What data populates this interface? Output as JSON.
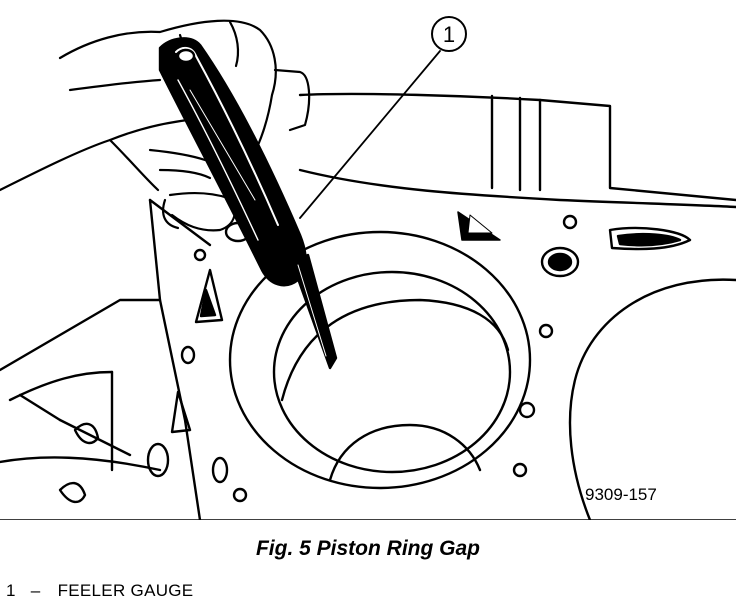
{
  "figure": {
    "callout_number": "1",
    "figure_code": "9309-157",
    "caption": "Fig. 5 Piston Ring Gap"
  },
  "legend": {
    "items": [
      {
        "number": "1",
        "separator": "–",
        "label": "FEELER GAUGE"
      }
    ]
  }
}
